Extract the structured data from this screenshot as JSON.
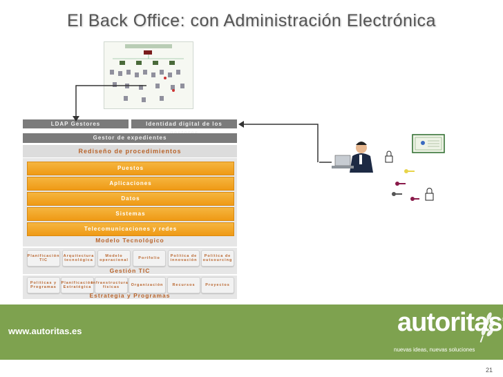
{
  "slide": {
    "title": "El Back Office: con Administración Electrónica",
    "page_number": "21"
  },
  "stack": {
    "ldap": "LDAP Gestores",
    "identidad": "Identidad digital de los gestores",
    "gestor": "Gestor de expedientes",
    "rediseno": "Rediseño de procedimientos",
    "layers": [
      "Puestos",
      "Aplicaciones",
      "Datos",
      "Sistemas",
      "Telecomunicaciones y redes"
    ],
    "modelo": "Modelo Tecnológico",
    "gestion_items": [
      "Planificación TIC",
      "Arquitectura tecnológica",
      "Modelo operacional",
      "Portfolio",
      "Política de innovación",
      "Política de outsourcing"
    ],
    "gestion": "Gestión TIC",
    "estrategia_items": [
      "Políticas y Programas",
      "Planificación Estratégica",
      "Infraestructuras físicas",
      "Organización",
      "Recursos",
      "Proyectos"
    ],
    "estrategia": "Estrategia y Programas"
  },
  "footer": {
    "url": "www.autoritas.es",
    "brand": "autoritas",
    "registered": "®",
    "slogan": "nuevas ideas, nuevas soluciones",
    "bg_color": "#7ea24f"
  }
}
